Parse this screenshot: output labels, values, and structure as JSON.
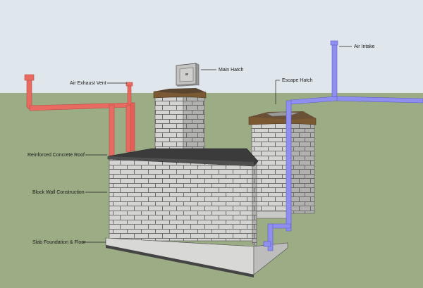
{
  "labels": {
    "air_exhaust_vent": "Air Exhaust Vent",
    "main_hatch": "Main Hatch",
    "escape_hatch": "Escape Hatch",
    "air_intake": "Air Intake",
    "reinforced_concrete_roof": "Reinforced Concrete Roof",
    "block_wall_construction": "Block Wall Construction",
    "slab_foundation_floor": "Slab Foundation & Floor"
  },
  "colors": {
    "sky": "#dfe6ec",
    "ground": "#9cac85",
    "block_light": "#d4d4d2",
    "block_dark": "#adadab",
    "mortar": "#6f6f6f",
    "roof": "#3b3b3b",
    "chimney_cap": "#7b5a33",
    "exhaust_pipe": "#e86a60",
    "intake_pipe": "#8f8ff0"
  }
}
